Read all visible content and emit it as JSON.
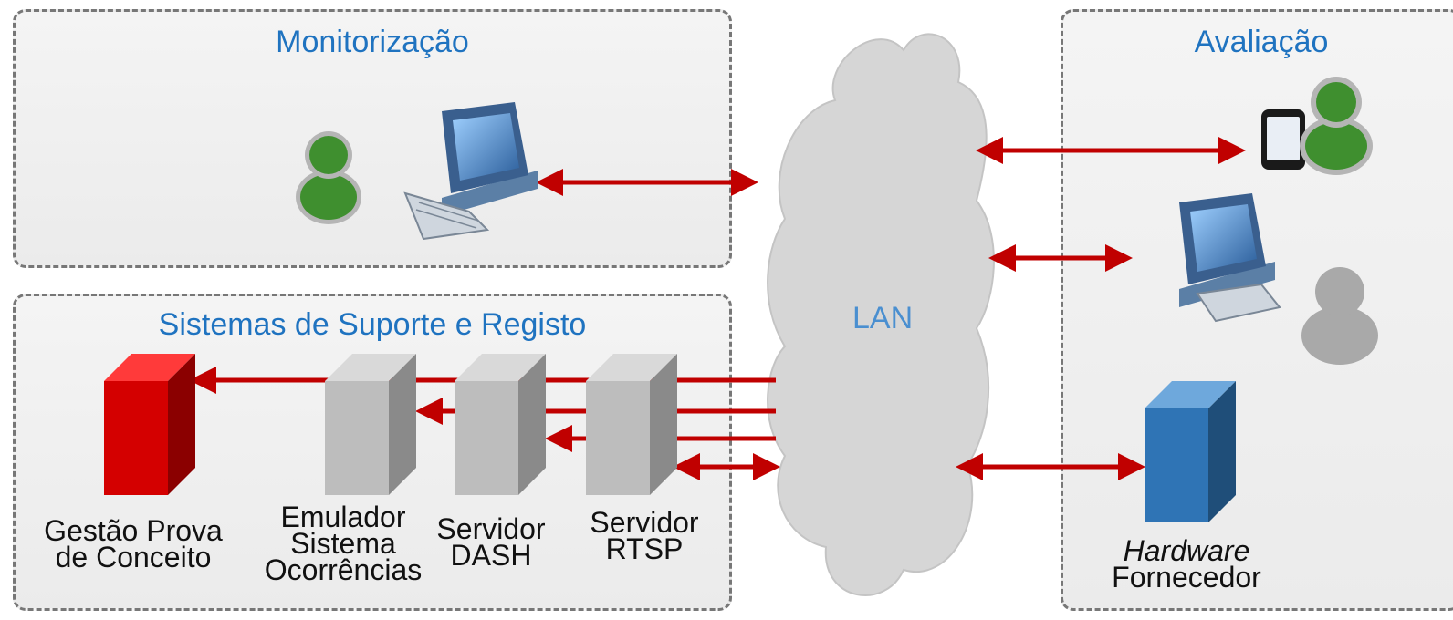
{
  "panels": {
    "monitoring": {
      "title": "Monitorização"
    },
    "evaluation": {
      "title": "Avaliação"
    },
    "support": {
      "title": "Sistemas de Suporte e Registo"
    }
  },
  "network": {
    "label": "LAN"
  },
  "servers": {
    "gestao": {
      "line1": "Gestão Prova",
      "line2": "de Conceito"
    },
    "emulador": {
      "line1": "Emulador",
      "line2": "Sistema",
      "line3": "Ocorrências"
    },
    "dash": {
      "line1": "Servidor",
      "line2": "DASH"
    },
    "rtsp": {
      "line1": "Servidor",
      "line2": "RTSP"
    },
    "hardware": {
      "line1": "Hardware",
      "line2": "Fornecedor"
    }
  },
  "colors": {
    "arrow": "#c00000",
    "panel_title": "#1f73c0",
    "lan_label": "#4a8fd0",
    "cloud": "#d6d6d6",
    "server_red": "#d40000",
    "server_gray": "#bdbdbd",
    "server_blue": "#2f74b5",
    "user_green": "#3f8f2f",
    "user_gray": "#a9a9a9"
  },
  "icons": [
    "user-icon",
    "desktop-computer-icon",
    "smartphone-icon",
    "server-tower-icon",
    "cloud-icon"
  ]
}
